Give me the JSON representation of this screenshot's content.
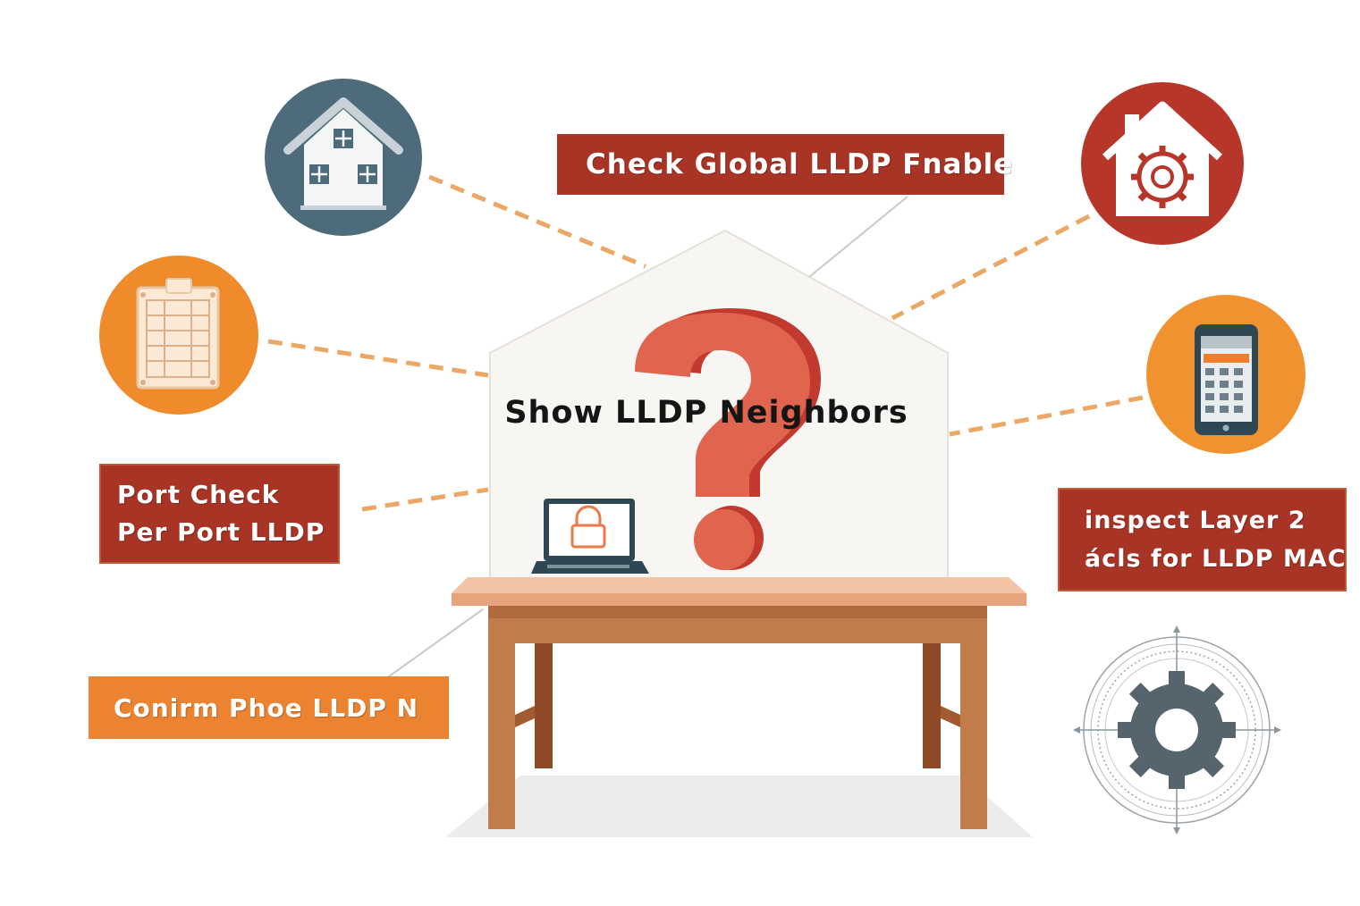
{
  "labels": {
    "global_lldp": "Check Global LLDP Fnable",
    "port_check": [
      "Port Check",
      "Per Port LLDP"
    ],
    "acl_inspect": [
      "inspect Layer 2",
      "ácls for LLDP MAC"
    ],
    "phone_confirm": "Conirm Phoe LLDP N"
  },
  "center": {
    "title": "Show LLDP Neighbors",
    "symbol": "?"
  },
  "icons": {
    "top_left": "house-icon",
    "left": "clipboard-icon",
    "top_right": "house-gear-icon",
    "right": "smartphone-icon",
    "bottom_right": "gear-dial-icon",
    "desk": "laptop-lock-icon"
  },
  "colors": {
    "dark_red": "#a83426",
    "orange": "#ec8330",
    "slate": "#4d6b7a",
    "question_red": "#e0644e",
    "table_wood": "#c07a4a"
  }
}
